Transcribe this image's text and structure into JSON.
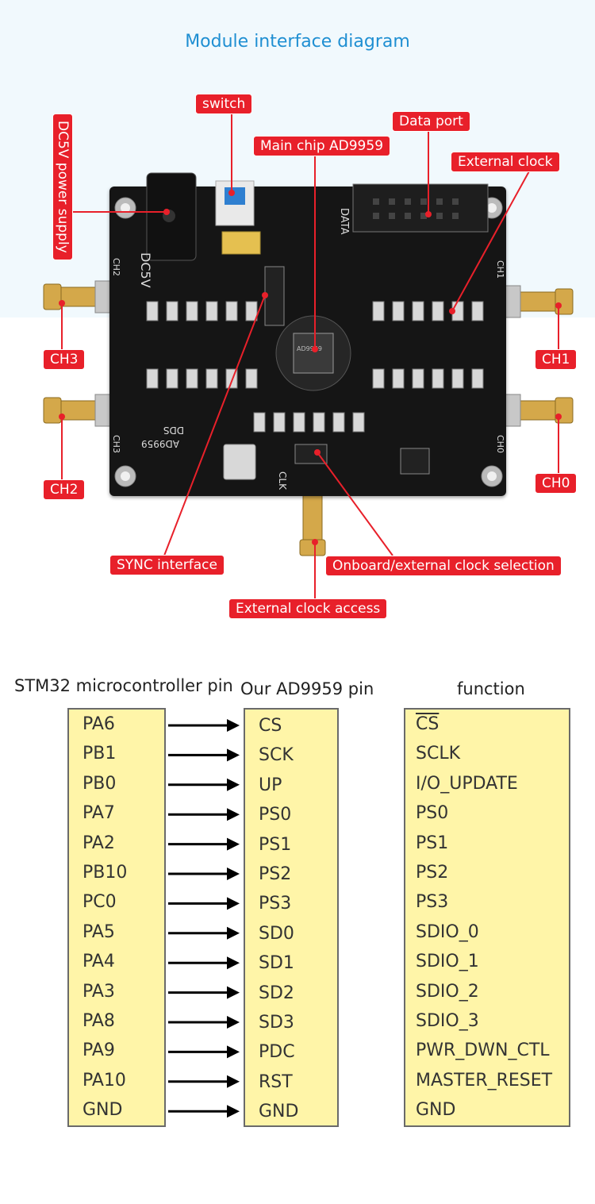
{
  "diagram": {
    "title": "Module interface diagram",
    "board_silkscreen": {
      "dc5v": "DC5V",
      "data": "DATA",
      "ch0": "CH0",
      "ch1": "CH1",
      "ch2": "CH2",
      "ch3": "CH3",
      "clk": "CLK",
      "model": "AD9959",
      "dds": "DDS",
      "chip_text": "AD9959"
    },
    "callouts": {
      "switch": "switch",
      "data_port": "Data port",
      "main_chip": "Main chip AD9959",
      "external_clock": "External clock",
      "dc5v_power": "DC5V power supply",
      "ch3": "CH3",
      "ch1": "CH1",
      "ch2": "CH2",
      "ch0": "CH0",
      "sync": "SYNC interface",
      "clock_selection": "Onboard/external clock selection",
      "external_clock_access": "External clock access"
    },
    "colors": {
      "callout_bg": "#e8202a",
      "title": "#1f8fd2",
      "pin_box": "#fff5a8",
      "board": "#151515"
    }
  },
  "pin_table": {
    "headers": {
      "stm32": "STM32 microcontroller pin",
      "ad9959": "Our AD9959 pin",
      "function": "function"
    },
    "rows": [
      {
        "stm32": "PA6",
        "ad9959": "CS",
        "function": "CS"
      },
      {
        "stm32": "PB1",
        "ad9959": "SCK",
        "function": "SCLK"
      },
      {
        "stm32": "PB0",
        "ad9959": "UP",
        "function": "I/O_UPDATE"
      },
      {
        "stm32": "PA7",
        "ad9959": "PS0",
        "function": "PS0"
      },
      {
        "stm32": "PA2",
        "ad9959": "PS1",
        "function": "PS1"
      },
      {
        "stm32": "PB10",
        "ad9959": "PS2",
        "function": "PS2"
      },
      {
        "stm32": "PC0",
        "ad9959": "PS3",
        "function": "PS3"
      },
      {
        "stm32": "PA5",
        "ad9959": "SD0",
        "function": "SDIO_0"
      },
      {
        "stm32": "PA4",
        "ad9959": "SD1",
        "function": "SDIO_1"
      },
      {
        "stm32": "PA3",
        "ad9959": "SD2",
        "function": "SDIO_2"
      },
      {
        "stm32": "PA8",
        "ad9959": "SD3",
        "function": "SDIO_3"
      },
      {
        "stm32": "PA9",
        "ad9959": "PDC",
        "function": "PWR_DWN_CTL"
      },
      {
        "stm32": "PA10",
        "ad9959": "RST",
        "function": "MASTER_RESET"
      },
      {
        "stm32": "GND",
        "ad9959": "GND",
        "function": "GND"
      }
    ]
  }
}
